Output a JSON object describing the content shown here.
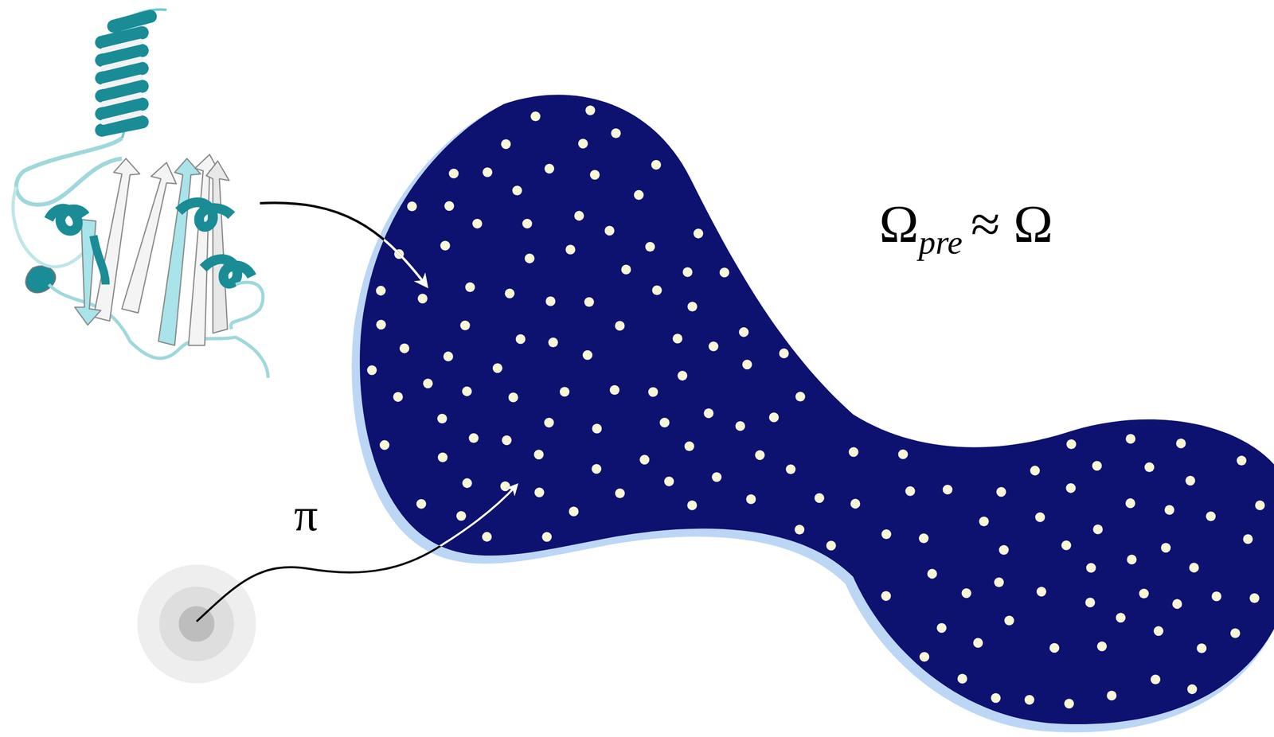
{
  "diagram": {
    "labels": [
      "π",
      "Ω",
      "pre",
      "≈ Ω"
    ]
  }
}
